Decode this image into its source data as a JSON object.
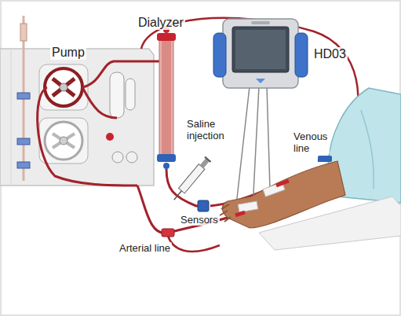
{
  "diagram": {
    "labels": [
      "Pump",
      "Dialyzer",
      "HD03",
      "Saline injection",
      "Venous line",
      "Sensors",
      "Arterial line"
    ]
  }
}
